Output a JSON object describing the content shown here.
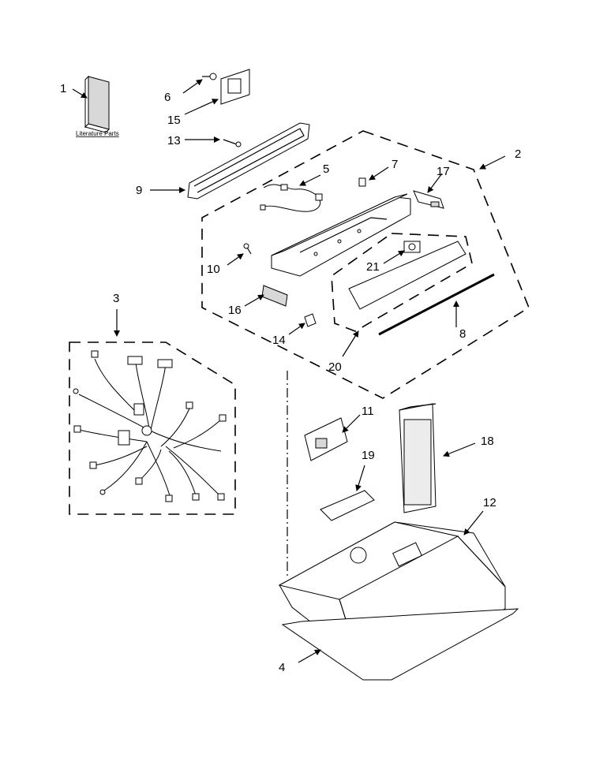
{
  "literature_label": "Literature Parts",
  "callouts": [
    {
      "key": "p1",
      "label": "1"
    },
    {
      "key": "p2",
      "label": "2"
    },
    {
      "key": "p3",
      "label": "3"
    },
    {
      "key": "p4",
      "label": "4"
    },
    {
      "key": "p5",
      "label": "5"
    },
    {
      "key": "p6",
      "label": "6"
    },
    {
      "key": "p7",
      "label": "7"
    },
    {
      "key": "p8",
      "label": "8"
    },
    {
      "key": "p9",
      "label": "9"
    },
    {
      "key": "p10",
      "label": "10"
    },
    {
      "key": "p11",
      "label": "11"
    },
    {
      "key": "p12",
      "label": "12"
    },
    {
      "key": "p13",
      "label": "13"
    },
    {
      "key": "p14",
      "label": "14"
    },
    {
      "key": "p15",
      "label": "15"
    },
    {
      "key": "p16",
      "label": "16"
    },
    {
      "key": "p17",
      "label": "17"
    },
    {
      "key": "p18",
      "label": "18"
    },
    {
      "key": "p19",
      "label": "19"
    },
    {
      "key": "p20",
      "label": "20"
    },
    {
      "key": "p21",
      "label": "21"
    }
  ]
}
